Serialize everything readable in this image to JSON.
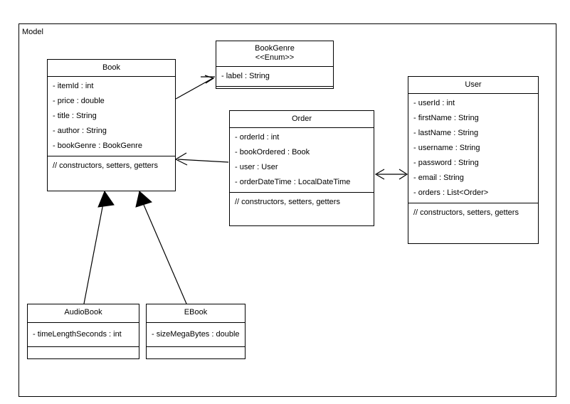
{
  "diagram": {
    "frame_label": "Model",
    "type": "uml-class-diagram",
    "background": "#ffffff",
    "line_color": "#000000"
  },
  "classes": {
    "book": {
      "name": "Book",
      "attributes": [
        "- itemId : int",
        "- price : double",
        "- title : String",
        "- author : String",
        "- bookGenre : BookGenre"
      ],
      "operations": "// constructors, setters, getters"
    },
    "bookgenre": {
      "name": "BookGenre",
      "stereotype": "<<Enum>>",
      "attributes": [
        "- label : String"
      ],
      "operations": ""
    },
    "order": {
      "name": "Order",
      "attributes": [
        "- orderId : int",
        "- bookOrdered : Book",
        "- user : User",
        "- orderDateTime : LocalDateTime"
      ],
      "operations": "// constructors, setters, getters"
    },
    "user": {
      "name": "User",
      "attributes": [
        "- userId : int",
        "- firstName : String",
        "- lastName : String",
        "- username : String",
        "- password : String",
        "- email : String",
        "- orders : List<Order>"
      ],
      "operations": "// constructors, setters, getters"
    },
    "audiobook": {
      "name": "AudioBook",
      "attributes": [
        "- timeLengthSeconds : int"
      ],
      "operations": ""
    },
    "ebook": {
      "name": "EBook",
      "attributes": [
        "- sizeMegaBytes : double"
      ],
      "operations": ""
    }
  },
  "relationships": [
    {
      "id": "book-to-bookgenre",
      "from": "Book",
      "to": "BookGenre",
      "kind": "association",
      "arrow": "open"
    },
    {
      "id": "order-to-book",
      "from": "Order",
      "to": "Book",
      "kind": "association",
      "arrow": "open"
    },
    {
      "id": "order-to-user",
      "from": "Order",
      "to": "User",
      "kind": "association",
      "arrow": "bidirectional"
    },
    {
      "id": "audiobook-to-book",
      "from": "AudioBook",
      "to": "Book",
      "kind": "generalization",
      "arrow": "filled-triangle"
    },
    {
      "id": "ebook-to-book",
      "from": "EBook",
      "to": "Book",
      "kind": "generalization",
      "arrow": "filled-triangle"
    }
  ]
}
